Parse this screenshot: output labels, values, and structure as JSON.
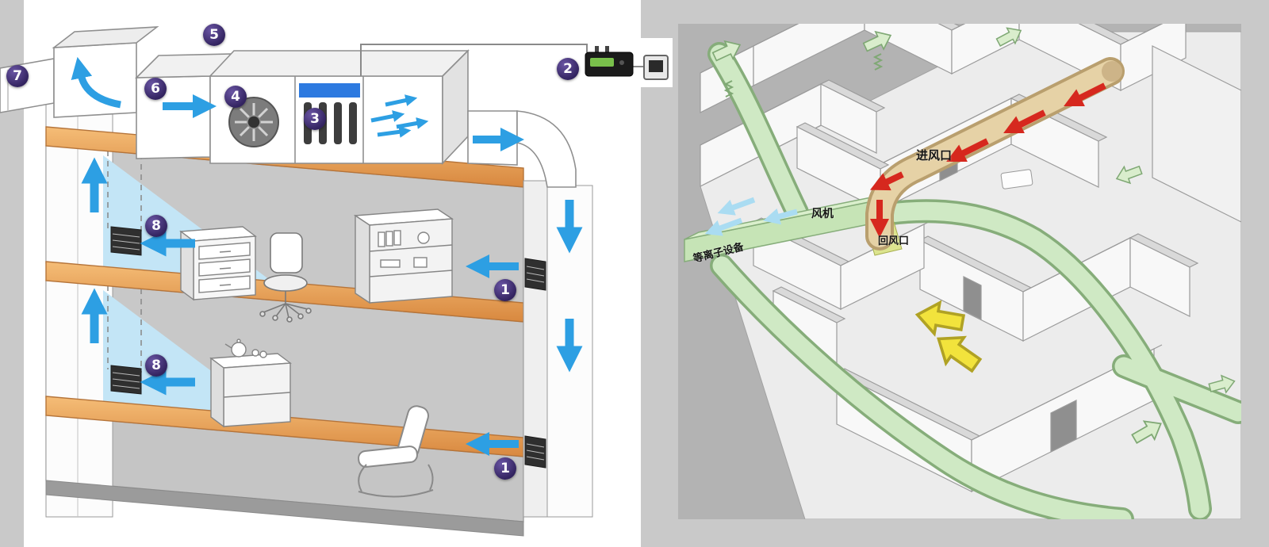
{
  "colors": {
    "page-bg": "#c9c9c9",
    "left-bg": "#ffffff",
    "right-bg": "#b3b3b3",
    "badge": "#32235f",
    "badge-highlight": "#6a55a4",
    "badge-text": "#ffffff",
    "arrow-blue": "#2d9fe3",
    "slab-light": "#f2b469",
    "slab-dark": "#d8883f",
    "room-gray": "#c8c8c8",
    "cone-blue": "#c3e5f6",
    "filter-blue": "#2d7ae0",
    "duct-green": "#cfe9c4",
    "duct-green-edge": "#86ad7a",
    "intake-tan": "#e6d2a6",
    "intake-tan-edge": "#b99f6e",
    "arrow-red": "#d6281e",
    "arrow-yellow": "#f2e33c",
    "arrow-cyan": "#aadcf2"
  },
  "left_diagram": {
    "badges": [
      "7",
      "5",
      "6",
      "4",
      "3",
      "2",
      "8",
      "8",
      "1",
      "1"
    ]
  },
  "right_diagram": {
    "labels": {
      "air_inlet": "进风口",
      "fan": "风机",
      "return_air_inlet": "回风口",
      "plasma_device": "等离子设备"
    }
  }
}
